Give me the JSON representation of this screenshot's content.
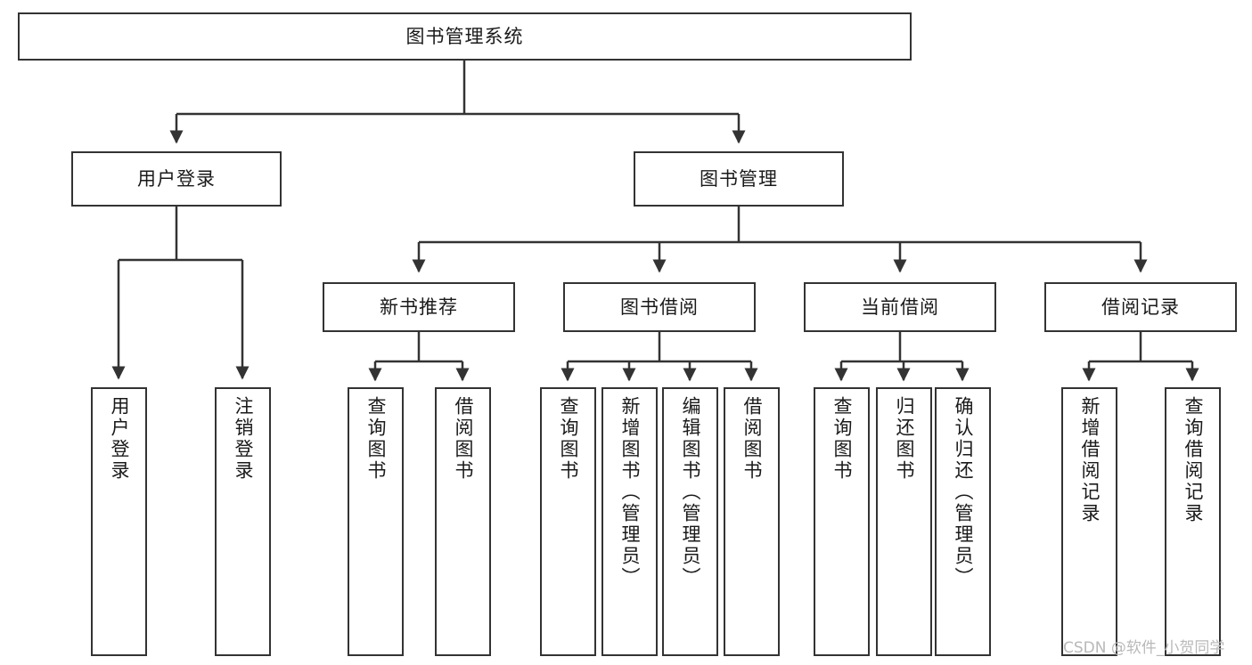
{
  "diagram": {
    "type": "tree",
    "title": "图书管理系统",
    "watermark": "CSDN @软件_小贺同学",
    "colors": {
      "background": "#ffffff",
      "node_border": "#333333",
      "node_fill": "#ffffff",
      "edge": "#333333",
      "text": "#1a1a1a",
      "watermark": "#b9b9b9"
    },
    "nodes": {
      "root": {
        "label": "图书管理系统"
      },
      "level2": [
        {
          "id": "user-login",
          "label": "用户登录"
        },
        {
          "id": "book-manage",
          "label": "图书管理"
        }
      ],
      "level3": [
        {
          "id": "new-book-recommend",
          "label": "新书推荐"
        },
        {
          "id": "book-borrow",
          "label": "图书借阅"
        },
        {
          "id": "current-borrow",
          "label": "当前借阅"
        },
        {
          "id": "borrow-record",
          "label": "借阅记录"
        }
      ],
      "leaves": {
        "user_login": [
          {
            "id": "leaf-user-login",
            "label": "用户登录"
          },
          {
            "id": "leaf-user-logout",
            "label": "注销登录"
          }
        ],
        "new_book_recommend": [
          {
            "id": "leaf-query-book-1",
            "label": "查询图书"
          },
          {
            "id": "leaf-borrow-book-1",
            "label": "借阅图书"
          }
        ],
        "book_borrow": [
          {
            "id": "leaf-query-book-2",
            "label": "查询图书"
          },
          {
            "id": "leaf-add-book",
            "label": "新增图书（管理员）"
          },
          {
            "id": "leaf-edit-book",
            "label": "编辑图书（管理员）"
          },
          {
            "id": "leaf-borrow-book-2",
            "label": "借阅图书"
          }
        ],
        "current_borrow": [
          {
            "id": "leaf-query-book-3",
            "label": "查询图书"
          },
          {
            "id": "leaf-return-book",
            "label": "归还图书"
          },
          {
            "id": "leaf-confirm-return",
            "label": "确认归还（管理员）"
          }
        ],
        "borrow_record": [
          {
            "id": "leaf-add-record",
            "label": "新增借阅记录"
          },
          {
            "id": "leaf-query-record",
            "label": "查询借阅记录"
          }
        ]
      }
    }
  }
}
